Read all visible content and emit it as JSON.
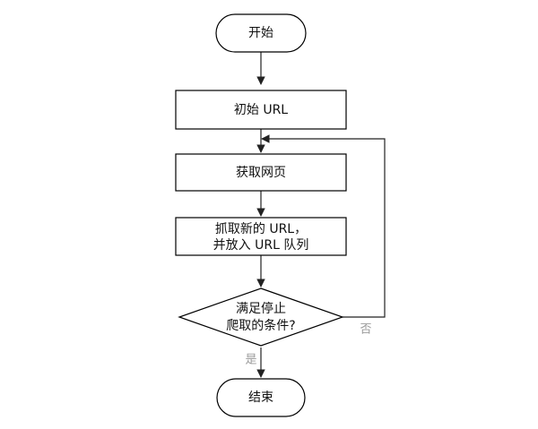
{
  "flowchart": {
    "start": {
      "label": "开始"
    },
    "init_url": {
      "label": "初始 URL"
    },
    "fetch_page": {
      "label": "获取网页"
    },
    "extract_urls": {
      "line1": "抓取新的 URL，",
      "line2": "并放入 URL 队列"
    },
    "stop_check": {
      "line1": "满足停止",
      "line2": "爬取的条件?"
    },
    "end": {
      "label": "结束"
    },
    "edges": {
      "no_label": "否",
      "yes_label": "是"
    }
  }
}
